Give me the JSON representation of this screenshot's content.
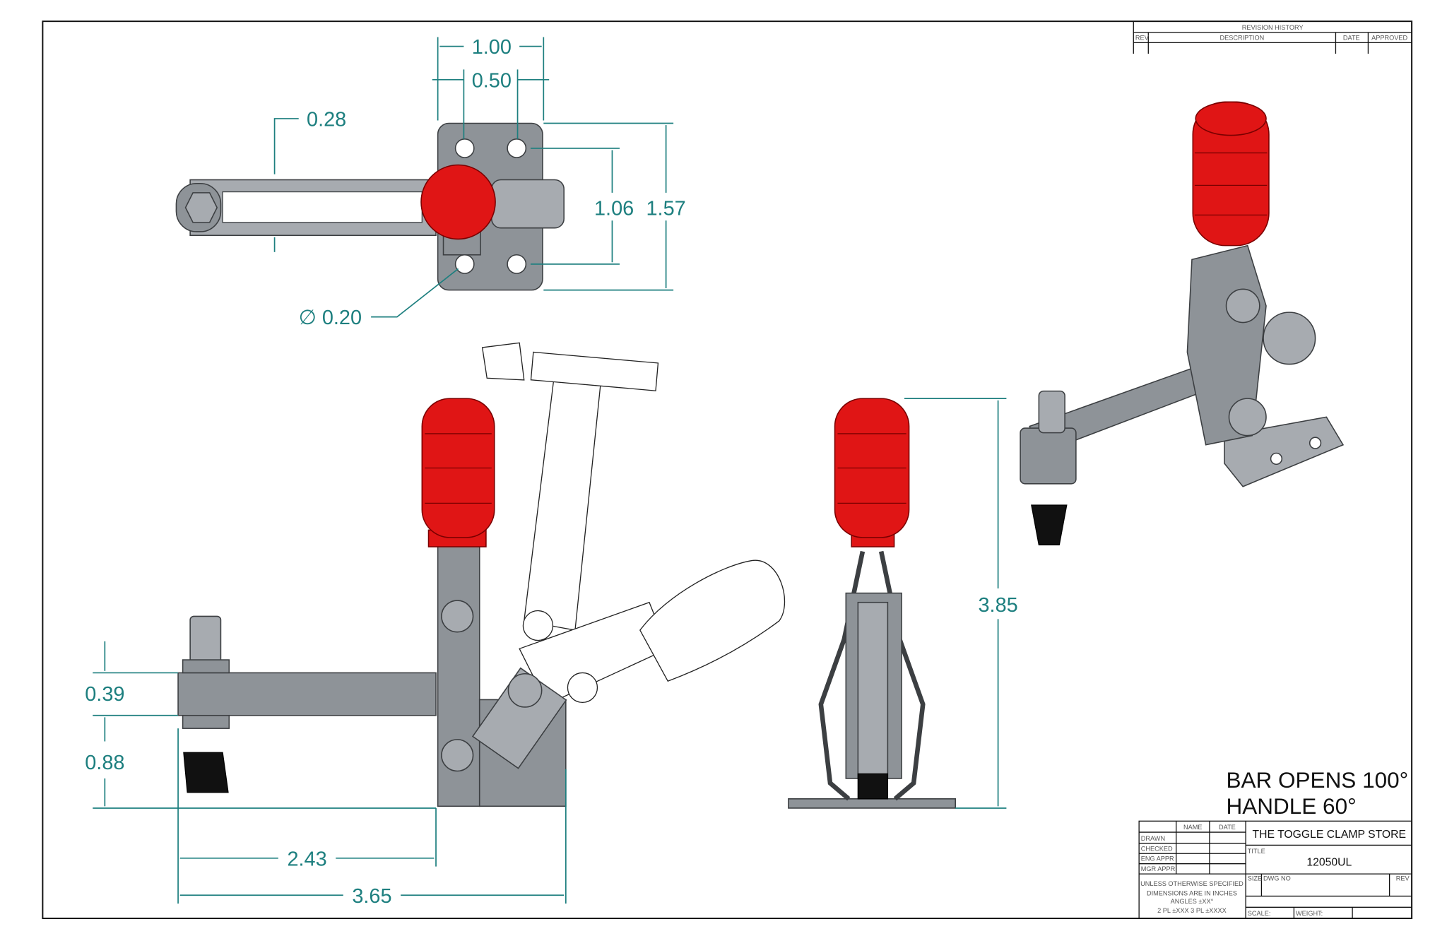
{
  "revision_history": {
    "title": "REVISION HISTORY",
    "columns": [
      "REV",
      "DESCRIPTION",
      "DATE",
      "APPROVED"
    ]
  },
  "dimensions": {
    "top_width_outer": "1.00",
    "top_width_inner": "0.50",
    "bar_width": "0.28",
    "hole_spacing": "1.06",
    "plate_height": "1.57",
    "hole_diameter": "∅ 0.20",
    "bar_thickness": "0.39",
    "spindle_height": "0.88",
    "reach_to_body": "2.43",
    "overall_length": "3.65",
    "overall_height": "3.85"
  },
  "notes": {
    "line1": "BAR OPENS 100°",
    "line2": "HANDLE 60°"
  },
  "title_block": {
    "name_header": "NAME",
    "date_header": "DATE",
    "rows": [
      "DRAWN",
      "CHECKED",
      "ENG APPR",
      "MGR APPR"
    ],
    "tolerance_note": [
      "UNLESS OTHERWISE SPECIFIED",
      "DIMENSIONS ARE IN INCHES",
      "ANGLES ±XX°",
      "2 PL ±XXX 3 PL ±XXXX"
    ],
    "company": "THE TOGGLE CLAMP STORE",
    "title_label": "TITLE",
    "title": "12050UL",
    "size_label": "SIZE",
    "dwg_no_label": "DWG NO",
    "rev_label": "REV",
    "scale_label": "SCALE:",
    "weight_label": "WEIGHT:"
  },
  "colors": {
    "dimension": "#1d7f7f",
    "handle": "#e01515",
    "steel": "#8e9398"
  }
}
